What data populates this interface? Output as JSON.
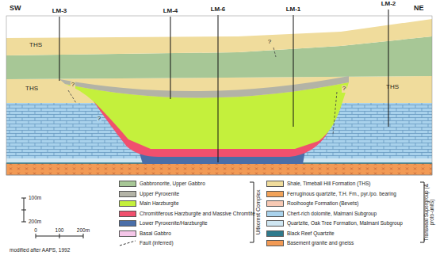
{
  "diagram": {
    "labels": [
      "SW",
      "NE",
      "LM-3",
      "LM-4",
      "LM-6",
      "LM-1",
      "LM-2",
      "THS",
      "THS",
      "THS",
      "?",
      "?",
      "?",
      "?",
      "Uitkomst Complex",
      "Transvaal Supergroup (& proto-units)",
      "100m",
      "200m",
      "0",
      "100",
      "200m",
      "modified after AAPS, 1992"
    ],
    "legend": [
      {
        "text": "Gabbronorite, Upper Gabbro",
        "color": "#a7c796"
      },
      {
        "text": "Upper Pyroxenite",
        "color": "#b3b3a6"
      },
      {
        "text": "Main Harzburgite",
        "color": "#c4f03c"
      },
      {
        "text": "Chromitiferous Harzburgite and Massive Chromtite",
        "color": "#f0506e"
      },
      {
        "text": "Lower Pyroxenite/Harzburgite",
        "color": "#4a6ea8"
      },
      {
        "text": "Basal Gabbro",
        "color": "#f4c6e8"
      },
      {
        "text": "Fault (inferred)"
      },
      {
        "text": "Shale, Timeball Hill Formation (THS)",
        "color": "#f0dc9c"
      },
      {
        "text": "Ferruginous quartzite, T.H. Fm., pyr./po. bearing",
        "color": "#f2a35a"
      },
      {
        "text": "Rooihoogte Formation (Bevets)",
        "color": "#f7c9b4"
      },
      {
        "text": "Chert-rich dolomite, Malmani Subgroup",
        "color": "#a9d2ec"
      },
      {
        "text": "Quartzite, Oak Tree Formation, Malmani Subgroup",
        "color": "#cfe6f2"
      },
      {
        "text": "Black Reef Quartzite",
        "color": "#2f7a8c"
      },
      {
        "text": "Basement granite and gneiss",
        "color": "#f29a55"
      }
    ]
  }
}
